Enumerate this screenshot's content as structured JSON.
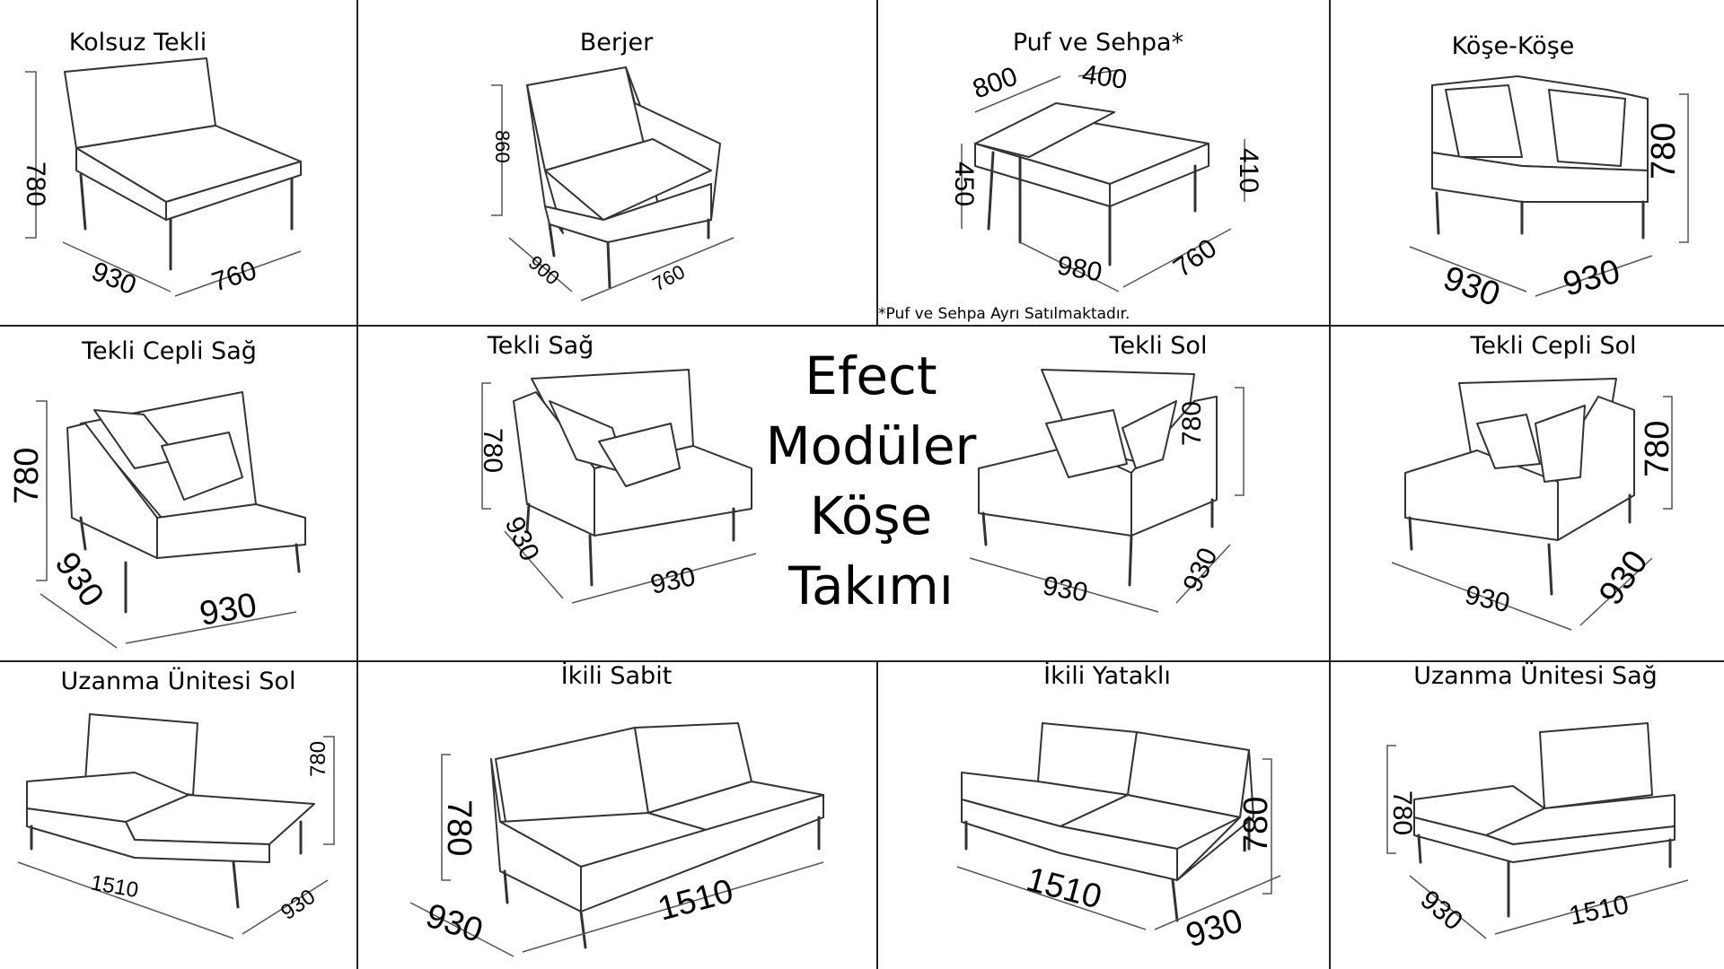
{
  "center_title": [
    "Efect",
    "Modüler",
    "Köşe",
    "Takımı"
  ],
  "footnote": "*Puf ve Sehpa Ayrı Satılmaktadır.",
  "modules": [
    {
      "name": "Kolsuz Tekli",
      "dims": [
        "780",
        "930",
        "760"
      ]
    },
    {
      "name": "Berjer",
      "dims": [
        "860",
        "900",
        "760"
      ]
    },
    {
      "name": "Puf ve Sehpa*",
      "dims": [
        "800",
        "400",
        "450",
        "410",
        "980",
        "760"
      ]
    },
    {
      "name": "Köşe-Köşe",
      "dims": [
        "780",
        "930",
        "930"
      ]
    },
    {
      "name": "Tekli Cepli Sağ",
      "dims": [
        "780",
        "930",
        "930"
      ]
    },
    {
      "name": "Tekli Sağ",
      "dims": [
        "780",
        "930",
        "930"
      ]
    },
    {
      "name": "Tekli Sol",
      "dims": [
        "780",
        "930",
        "930"
      ]
    },
    {
      "name": "Tekli Cepli Sol",
      "dims": [
        "780",
        "930",
        "930"
      ]
    },
    {
      "name": "Uzanma Ünitesi Sol",
      "dims": [
        "780",
        "1510",
        "930"
      ]
    },
    {
      "name": "İkili Sabit",
      "dims": [
        "780",
        "930",
        "1510"
      ]
    },
    {
      "name": "İkili Yataklı",
      "dims": [
        "780",
        "1510",
        "930"
      ]
    },
    {
      "name": "Uzanma Ünitesi Sağ",
      "dims": [
        "780",
        "930",
        "1510"
      ]
    }
  ]
}
